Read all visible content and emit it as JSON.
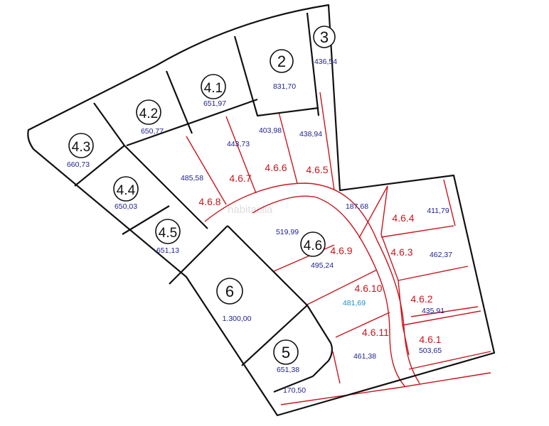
{
  "watermark": "habitaclia",
  "plots": [
    {
      "id": "3",
      "area": "436,54"
    },
    {
      "id": "2",
      "area": "831,70"
    },
    {
      "id": "4.1",
      "area": "651,97"
    },
    {
      "id": "4.2",
      "area": "650,77"
    },
    {
      "id": "4.3",
      "area": "660,73"
    },
    {
      "id": "4.4",
      "area": "650,03"
    },
    {
      "id": "4.5",
      "area": "651,13"
    },
    {
      "id": "6",
      "area": "1.300,00"
    },
    {
      "id": "5",
      "area": "651,38"
    },
    {
      "id": "4.6",
      "area": "519,99"
    }
  ],
  "subplots": [
    {
      "label": "4.6.8",
      "area": "485,58"
    },
    {
      "label": "4.6.7",
      "area": "443,73"
    },
    {
      "label": "4.6.6",
      "area": "403,98"
    },
    {
      "label": "4.6.5",
      "area": "438,94"
    },
    {
      "label": "4.6.4",
      "area": "411,79"
    },
    {
      "label": "4.6.3",
      "area": "462,37"
    },
    {
      "label": "4.6.2",
      "area": "435,91"
    },
    {
      "label": "4.6.1",
      "area": "503,65"
    },
    {
      "label": "4.6.9",
      "area": "495,24"
    },
    {
      "label": "4.6.10",
      "area": "481,69"
    },
    {
      "label": "4.6.11",
      "area": "461,38"
    }
  ],
  "extra_areas": [
    "187,68",
    "170,50"
  ]
}
